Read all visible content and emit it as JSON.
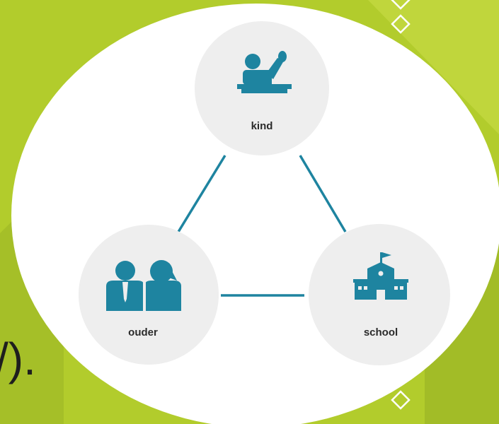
{
  "background_text": "/).",
  "diagram": {
    "nodes": {
      "child": {
        "label": "kind",
        "icon": "child-raising-hand-icon"
      },
      "parent": {
        "label": "ouder",
        "icon": "parents-icon"
      },
      "school": {
        "label": "school",
        "icon": "school-building-icon"
      }
    },
    "edges": [
      [
        "child",
        "parent"
      ],
      [
        "child",
        "school"
      ],
      [
        "parent",
        "school"
      ]
    ]
  },
  "colors": {
    "background": "#b2cc2c",
    "background_band_light": "#c2d73f",
    "background_band_dark": "#9fb929",
    "ellipse": "#ffffff",
    "node_fill": "#eeeeee",
    "icon": "#1e84a0",
    "connector": "#1e84a0",
    "label": "#2b2b2b",
    "background_text": "#1e1e1e",
    "deco_diamond": "#ffffff"
  }
}
